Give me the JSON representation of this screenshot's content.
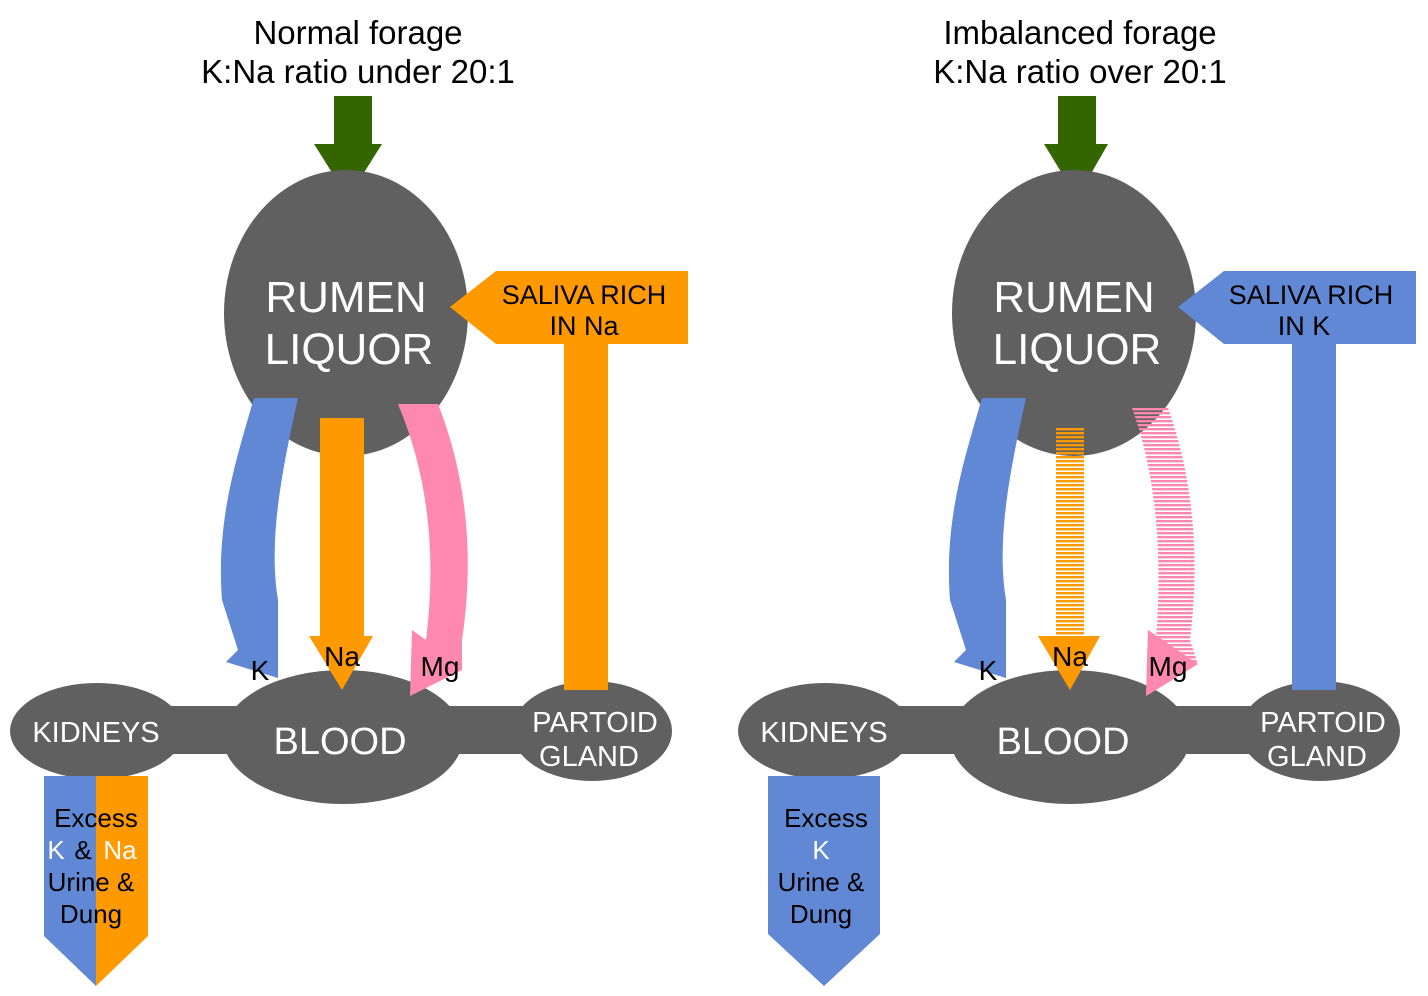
{
  "colors": {
    "gray": "#606060",
    "green": "#336600",
    "blue": "#6088D4",
    "orange": "#FF9900",
    "pink": "#FF88B0",
    "white": "#FFFFFF",
    "black": "#000000"
  },
  "panels": [
    {
      "title_line1": "Normal forage",
      "title_line2": "K:Na ratio under 20:1",
      "rumen_line1": "RUMEN",
      "rumen_line2": "LIQUOR",
      "saliva_line1": "SALIVA RICH",
      "saliva_line2": "IN Na",
      "saliva_color": "orange",
      "k_label": "K",
      "na_label": "Na",
      "mg_label": "Mg",
      "kidneys_label": "KIDNEYS",
      "blood_label": "BLOOD",
      "partoid_line1": "PARTOID",
      "partoid_line2": "GLAND",
      "excess_line1": "Excess",
      "excess_k": "K",
      "excess_amp": "&",
      "excess_na": "Na",
      "excess_line3": "Urine &",
      "excess_line4": "Dung"
    },
    {
      "title_line1": "Imbalanced forage",
      "title_line2": "K:Na ratio over 20:1",
      "rumen_line1": "RUMEN",
      "rumen_line2": "LIQUOR",
      "saliva_line1": "SALIVA RICH",
      "saliva_line2": "IN K",
      "saliva_color": "blue",
      "k_label": "K",
      "na_label": "Na",
      "mg_label": "Mg",
      "kidneys_label": "KIDNEYS",
      "blood_label": "BLOOD",
      "partoid_line1": "PARTOID",
      "partoid_line2": "GLAND",
      "excess_line1": "Excess",
      "excess_line2": "K",
      "excess_line3": "Urine &",
      "excess_line4": "Dung"
    }
  ]
}
